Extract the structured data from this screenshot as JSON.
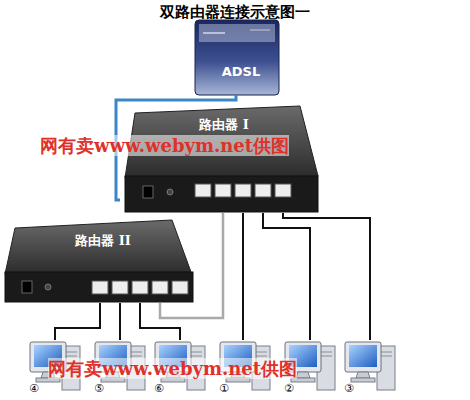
{
  "diagram": {
    "title": "双路由器连接示意图一",
    "nodes": [
      {
        "text": [
          "ADSL"
        ]
      },
      {
        "text": [
          "路由器 I"
        ]
      },
      {
        "text": [
          "路由器 II"
        ]
      },
      {
        "text": [
          "④"
        ]
      },
      {
        "text": [
          "⑤"
        ]
      },
      {
        "text": [
          "⑥"
        ]
      },
      {
        "text": [
          "①"
        ]
      },
      {
        "text": [
          "②"
        ]
      },
      {
        "text": [
          "③"
        ]
      }
    ],
    "edges": [
      {
        "from": 0,
        "to": 1,
        "arrow": "none"
      },
      {
        "from": 1,
        "to": 2,
        "arrow": "none"
      },
      {
        "from": 2,
        "to": 3,
        "arrow": "none"
      },
      {
        "from": 2,
        "to": 4,
        "arrow": "none"
      },
      {
        "from": 2,
        "to": 5,
        "arrow": "none"
      },
      {
        "from": 1,
        "to": 6,
        "arrow": "none"
      },
      {
        "from": 1,
        "to": 7,
        "arrow": "none"
      },
      {
        "from": 1,
        "to": 8,
        "arrow": "none"
      }
    ],
    "labels": [
      "网有卖www.webym.net供图",
      "网有卖www.webym.net供图"
    ]
  }
}
